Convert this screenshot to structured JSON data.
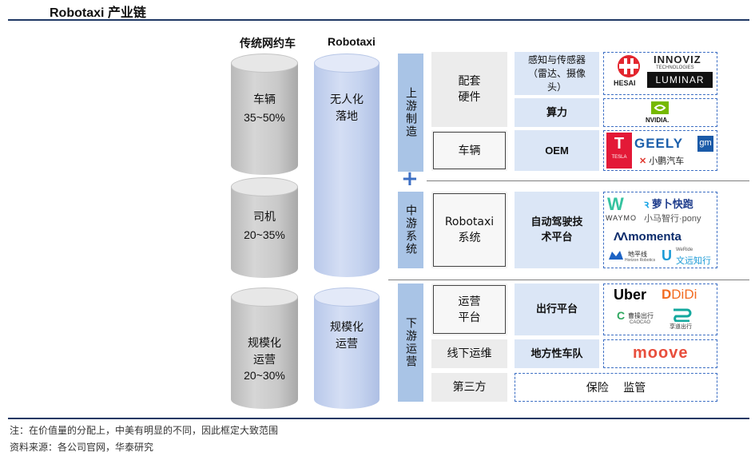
{
  "title": "Robotaxi 产业链",
  "columns": {
    "traditional": "传统网约车",
    "robotaxi": "Robotaxi"
  },
  "traditional_cylinders": [
    {
      "label": "车辆",
      "value": "35~50%"
    },
    {
      "label": "司机",
      "value": "20~35%"
    },
    {
      "label": "规模化\n运营",
      "value": "20~30%"
    }
  ],
  "robotaxi_cylinders": [
    {
      "label": "无人化\n落地"
    },
    {
      "label": "规模化\n运营"
    }
  ],
  "stages": {
    "upstream": "上游制造",
    "midstream": "中游系统",
    "downstream": "下游运营"
  },
  "rows": {
    "hardware": {
      "sub": "配套\n硬件",
      "cat": "感知与传感器\n（雷达、摄像\n头）"
    },
    "compute": {
      "cat": "算力"
    },
    "vehicle": {
      "sub": "车辆",
      "cat": "OEM"
    },
    "system": {
      "sub": "Robotaxi\n系统",
      "cat": "自动驾驶技\n术平台"
    },
    "ops": {
      "sub": "运营\n平台",
      "cat": "出行平台"
    },
    "offline": {
      "sub": "线下运维",
      "cat": "地方性车队"
    },
    "third": {
      "sub": "第三方",
      "cat": "保险　 监管"
    }
  },
  "logos": {
    "hesai": "HESAI",
    "innoviz": "INNOVIZ",
    "innoviz_sub": "TECHNOLOGIES",
    "luminar": "LUMINAR",
    "nvidia": "NVIDIA.",
    "tesla": "TESLA",
    "geely": "GEELY",
    "gm": "gm",
    "xpeng": "小鹏汽车",
    "waymo": "WAYMO",
    "luobo": "萝卜快跑",
    "pony": "小马智行·pony",
    "momenta": "momenta",
    "horizon": "地平线",
    "horizon_sub": "Horizon Robotics",
    "weride": "文远知行",
    "weride_sub": "WeRide",
    "uber": "Uber",
    "didi": "DiDi",
    "caocao": "曹操出行",
    "caocao_sub": "CAOCAO",
    "xiangdao": "享道出行",
    "moove": "moove"
  },
  "notes": [
    "注：在价值量的分配上，中美有明显的不同，因此框定大致范围",
    "资料来源：各公司官网，华泰研究"
  ],
  "colors": {
    "stage": "#a9c4e6",
    "category": "#dbe6f6",
    "accent": "#3d6fc4",
    "rule": "#1f3864"
  }
}
